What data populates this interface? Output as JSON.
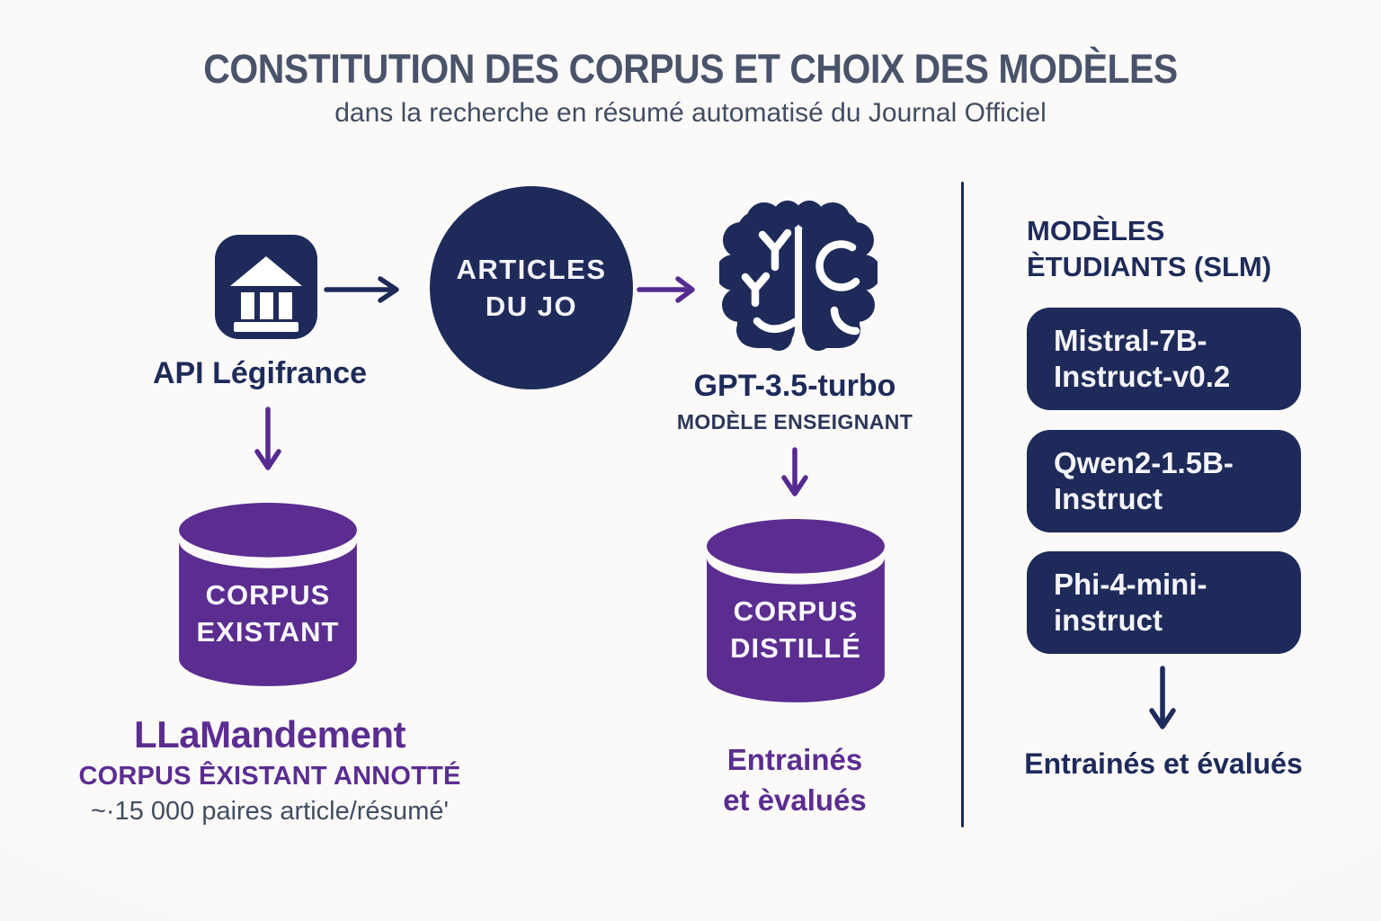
{
  "header": {
    "title": "CONSTITUTION DES CORPUS ET CHOIX DES MODÈLES",
    "subtitle": "dans la recherche en résumé automatisé du Journal Officiel"
  },
  "flow": {
    "api_label": "API Légifrance",
    "articles_line1": "ARTICLES",
    "articles_line2": "DU JO",
    "teacher_name": "GPT-3.5-turbo",
    "teacher_role": "MODÈLE ENSEIGNANT",
    "corpus_existant": {
      "line1": "CORPUS",
      "line2": "EXISTANT",
      "name": "LLaMandement",
      "description": "CORPUS ÊXISTANT ANNOTTÉ",
      "note": "~·15 000 paires article/résumé'"
    },
    "corpus_distille": {
      "line1": "CORPUS",
      "line2": "DISTILLÉ",
      "caption_line1": "Entrainés",
      "caption_line2": "et èvalués"
    }
  },
  "students": {
    "heading_line1": "MODÈLES",
    "heading_line2": "ÈTUDIANTS (SLM)",
    "models": [
      {
        "line1": "Mistral-7B-",
        "line2": "Instruct-v0.2"
      },
      {
        "line1": "Qwen2-1.5B-",
        "line2": "Instruct"
      },
      {
        "line1": "Phi-4-mini-",
        "line2": "instruct"
      }
    ],
    "caption": "Entrainés et évalués"
  },
  "icons": {
    "api_source": "bank-icon",
    "teacher_model": "brain-icon",
    "corpus_storage": "database-cylinder-icon"
  },
  "colors": {
    "navy": "#1e2b5a",
    "purple": "#5b2d90",
    "arrow_purple": "#552b91",
    "title_slate": "#49536a",
    "background": "#f8f7f5"
  }
}
